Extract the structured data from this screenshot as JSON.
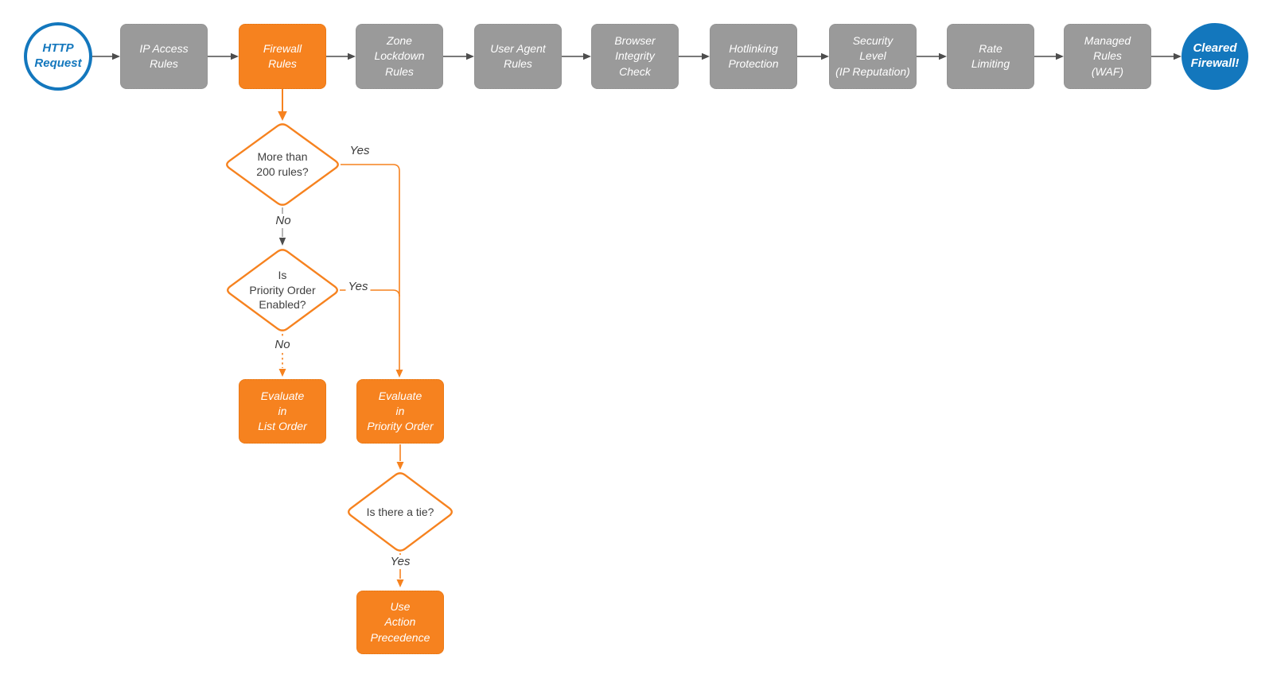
{
  "colors": {
    "orange": "#F6821F",
    "blue": "#1377BD",
    "gray-fill": "#9A9A9A",
    "gray-border": "#8F8F8F",
    "edge-dark": "#4D4D4D",
    "edge-gray": "#9E9E9E",
    "text-dark": "#3F3F3F",
    "label-dark": "#3A3A3A",
    "white": "#FFFFFF"
  },
  "pipeline": {
    "start": {
      "label": "HTTP\nRequest"
    },
    "stages": [
      {
        "label": "IP Access\nRules",
        "highlight": false
      },
      {
        "label": "Firewall\nRules",
        "highlight": true
      },
      {
        "label": "Zone\nLockdown\nRules",
        "highlight": false
      },
      {
        "label": "User Agent\nRules",
        "highlight": false
      },
      {
        "label": "Browser\nIntegrity\nCheck",
        "highlight": false
      },
      {
        "label": "Hotlinking\nProtection",
        "highlight": false
      },
      {
        "label": "Security\nLevel\n(IP Reputation)",
        "highlight": false
      },
      {
        "label": "Rate\nLimiting",
        "highlight": false
      },
      {
        "label": "Managed\nRules\n(WAF)",
        "highlight": false
      }
    ],
    "end": {
      "label": "Cleared\nFirewall!"
    }
  },
  "decision_tree": {
    "d1": {
      "question": "More than\n200 rules?",
      "yes": "Yes",
      "no": "No"
    },
    "d2": {
      "question": "Is\nPriority Order\nEnabled?",
      "yes": "Yes",
      "no": "No"
    },
    "d3": {
      "question": "Is there a tie?",
      "yes": "Yes"
    },
    "evaluate_list": {
      "label": "Evaluate\nin\nList Order"
    },
    "evaluate_priority": {
      "label": "Evaluate\nin\nPriority Order"
    },
    "action_precedence": {
      "label": "Use\nAction\nPrecedence"
    }
  }
}
